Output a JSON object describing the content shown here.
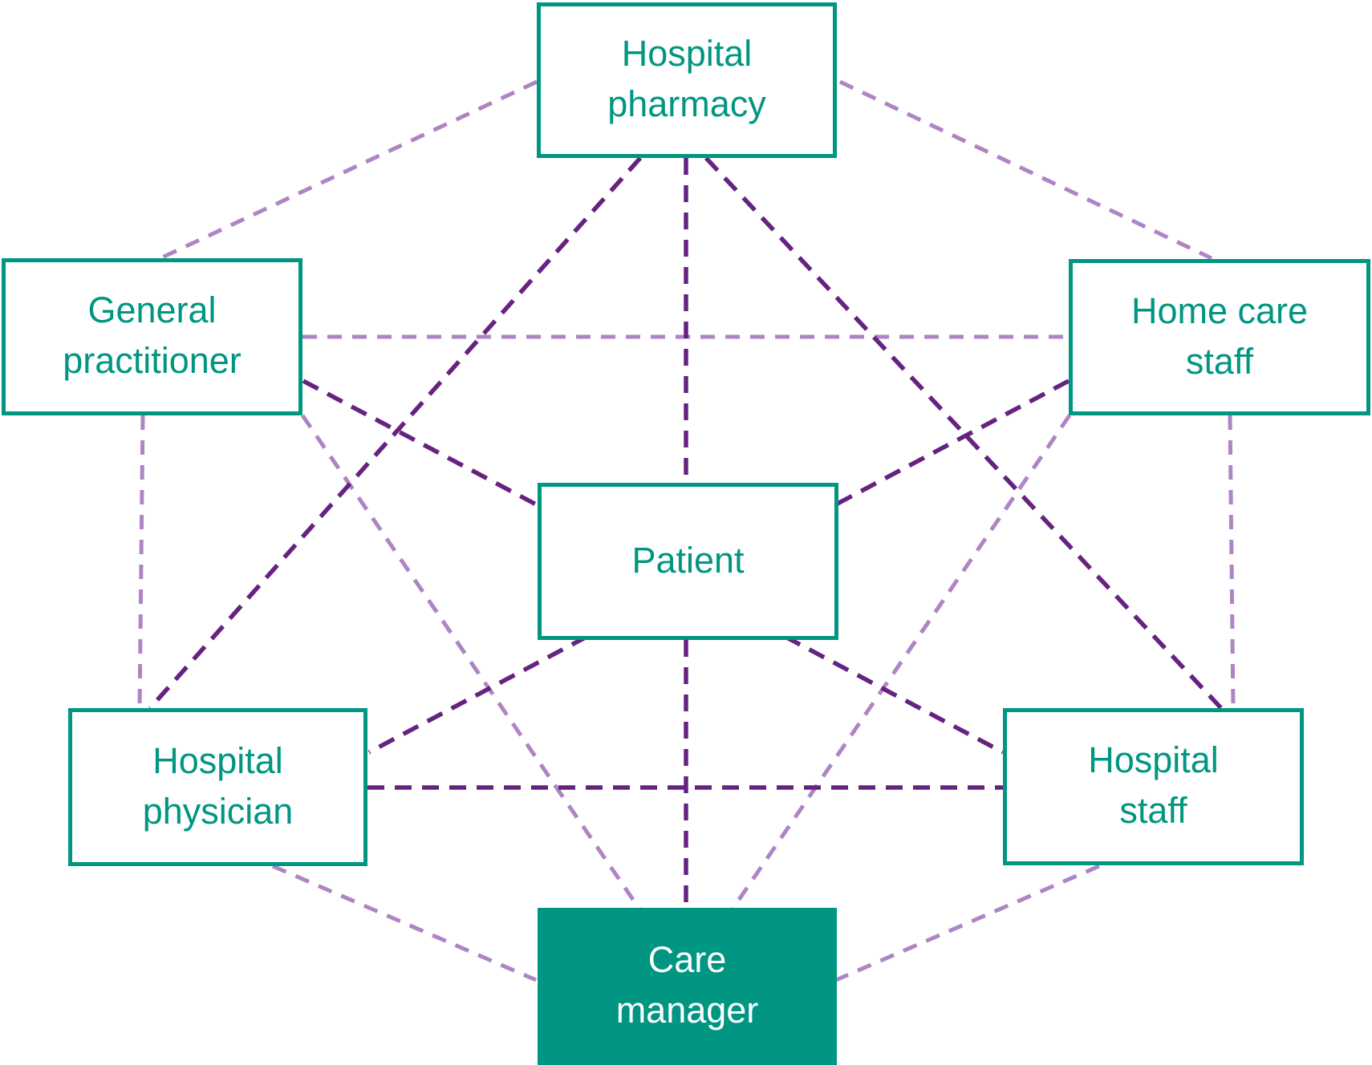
{
  "diagram": {
    "description": "Care coordination network diagram connecting healthcare stakeholders with dashed lines",
    "colors": {
      "background": "#ffffff",
      "teal": "#009682",
      "dark_purple": "#662280",
      "light_purple": "#ae85c4",
      "filled_node_text": "#ffffff"
    },
    "nodes": [
      {
        "id": "hospital_pharmacy",
        "label": "Hospital\npharmacy",
        "variant": "outline"
      },
      {
        "id": "general_practitioner",
        "label": "General\npractitioner",
        "variant": "outline"
      },
      {
        "id": "home_care_staff",
        "label": "Home care\nstaff",
        "variant": "outline"
      },
      {
        "id": "patient",
        "label": "Patient",
        "variant": "outline"
      },
      {
        "id": "hospital_physician",
        "label": "Hospital\nphysician",
        "variant": "outline"
      },
      {
        "id": "hospital_staff",
        "label": "Hospital\nstaff",
        "variant": "outline"
      },
      {
        "id": "care_manager",
        "label": "Care\nmanager",
        "variant": "filled"
      }
    ],
    "edges": [
      {
        "from": "hospital_pharmacy",
        "to": "general_practitioner",
        "tone": "light"
      },
      {
        "from": "hospital_pharmacy",
        "to": "home_care_staff",
        "tone": "light"
      },
      {
        "from": "general_practitioner",
        "to": "home_care_staff",
        "tone": "light"
      },
      {
        "from": "general_practitioner",
        "to": "hospital_physician",
        "tone": "light"
      },
      {
        "from": "home_care_staff",
        "to": "hospital_staff",
        "tone": "light"
      },
      {
        "from": "general_practitioner",
        "to": "care_manager",
        "tone": "light"
      },
      {
        "from": "home_care_staff",
        "to": "care_manager",
        "tone": "light"
      },
      {
        "from": "hospital_physician",
        "to": "care_manager",
        "tone": "light"
      },
      {
        "from": "hospital_staff",
        "to": "care_manager",
        "tone": "light"
      },
      {
        "from": "hospital_pharmacy",
        "to": "hospital_physician",
        "tone": "dark"
      },
      {
        "from": "hospital_pharmacy",
        "to": "hospital_staff",
        "tone": "dark"
      },
      {
        "from": "hospital_pharmacy",
        "to": "patient",
        "tone": "dark"
      },
      {
        "from": "patient",
        "to": "care_manager",
        "tone": "dark"
      },
      {
        "from": "general_practitioner",
        "to": "hospital_staff",
        "tone": "dark"
      },
      {
        "from": "home_care_staff",
        "to": "hospital_physician",
        "tone": "dark"
      },
      {
        "from": "hospital_physician",
        "to": "hospital_staff",
        "tone": "dark"
      }
    ]
  }
}
